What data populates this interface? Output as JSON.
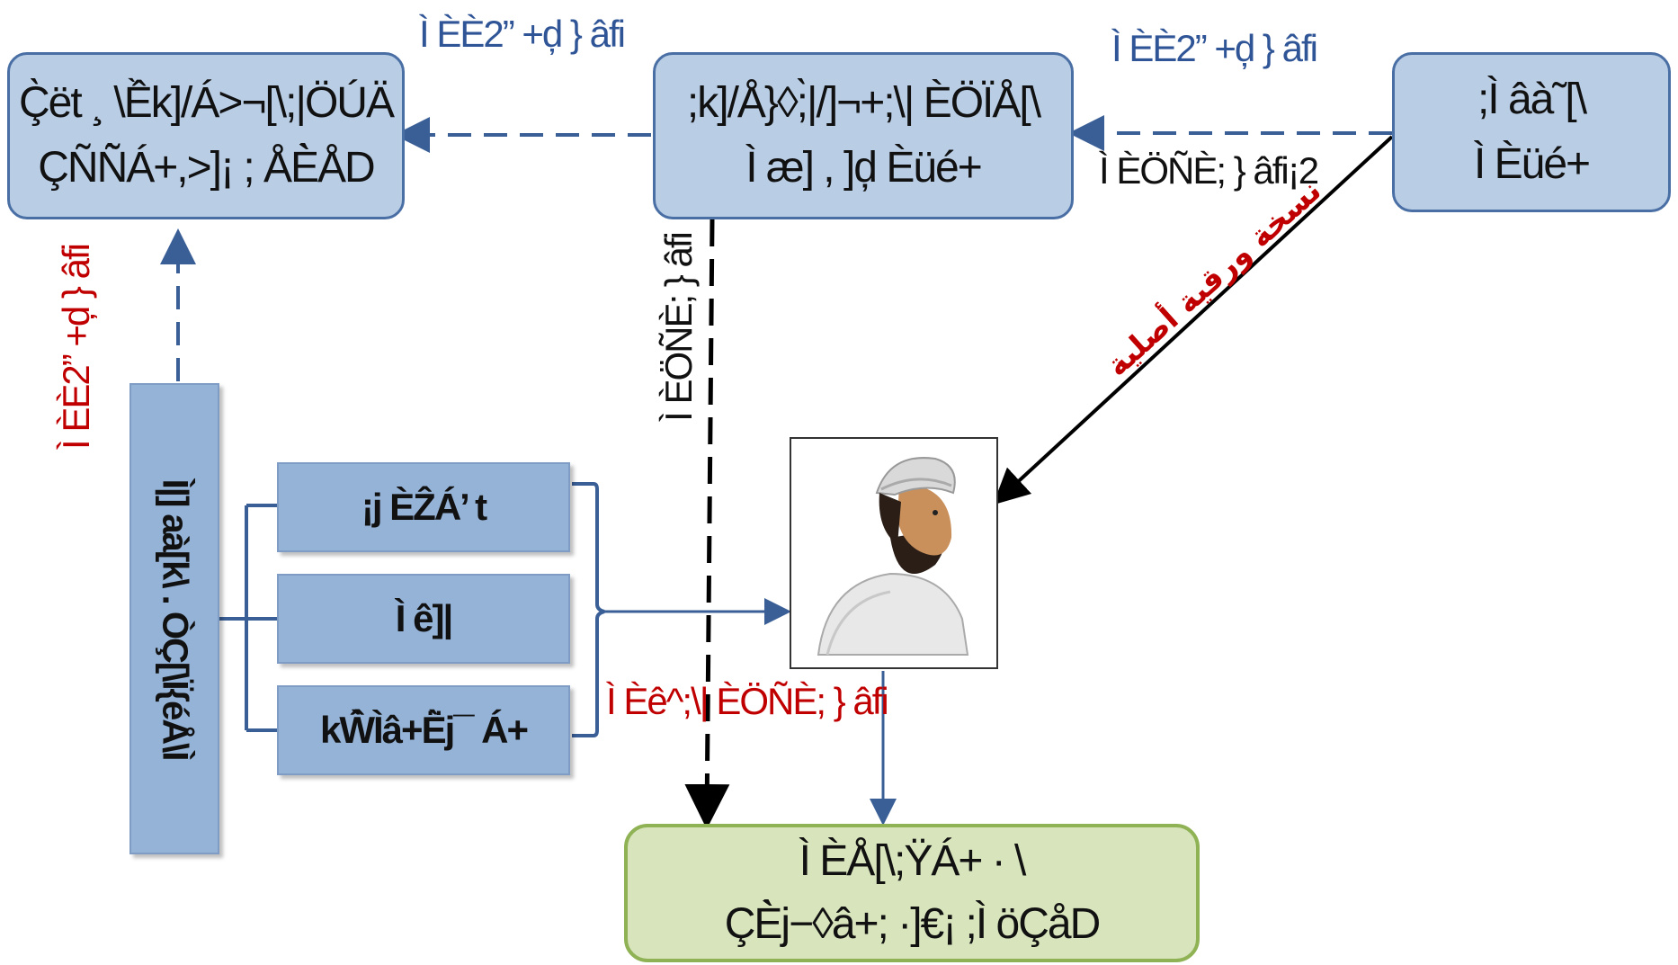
{
  "boxes": {
    "top_left": {
      "line1": "Ç̀ët ¸ \\Ềk]/Á>¬[\\;|ÖÚÄ",
      "line2": "ÇÑÑ̀Á+,>]¡ ; ÅÈ̀ÅD"
    },
    "top_middle": {
      "line1": ";k]/Å}◊;̀|/]¬+;\\| ÈÖÏÅ[\\",
      "line2": "Ì æ] , ]ḑ Èüé+"
    },
    "top_right": {
      "line1": ";Ì âà˜[\\",
      "line2": "Ì Èüé+"
    },
    "vertical_left": {
      "text": "Ì|] aà[k\\ . ÒÇ[\\Ï{éÅ\\Ì"
    },
    "item1": {
      "text": "¡j ÈẐÁ’ t"
    },
    "item2": {
      "text": "Ì ê]|"
    },
    "item3": {
      "text": "kŴ̀Ìâ+Ë̀j¯ Á+"
    },
    "bottom": {
      "line1": "Ì ÈÅ[\\;ŸÁ+ · \\",
      "line2": "ÇÈ̀j−◊â+; ·]€¡ ;Ì öÇåD"
    }
  },
  "labels": {
    "top_left_edge": "Ì ÈÈ2” +ḑ } âfi",
    "top_right_edge": "Ì ÈÈ2” +ḑ } âfi",
    "top_right_edge_sub": "Ì ÈÖÑÈ; } âfi¡2",
    "left_vertical_red": "Ì ÈÈ2” +ḑ } âfi",
    "middle_vertical_black": "Ì ÈÖÑÈ; } âfi",
    "bottom_right_red": "Ì Èê^;\\| ÈÖÑÈ; } âfi",
    "arabic_diagonal": "نسخة ورقية أصلية"
  },
  "colors": {
    "box_fill": "#b9cde5",
    "box_border": "#4a6fa5",
    "item_fill": "#95b3d7",
    "bottom_fill": "#d7e4bc",
    "bottom_border": "#8fb254",
    "label_blue": "#2f5597",
    "label_red": "#c00000",
    "arrow_blue": "#3a5f97",
    "arrow_black": "#000000"
  },
  "icons": {
    "person": "man-in-white-turban-illustration"
  }
}
